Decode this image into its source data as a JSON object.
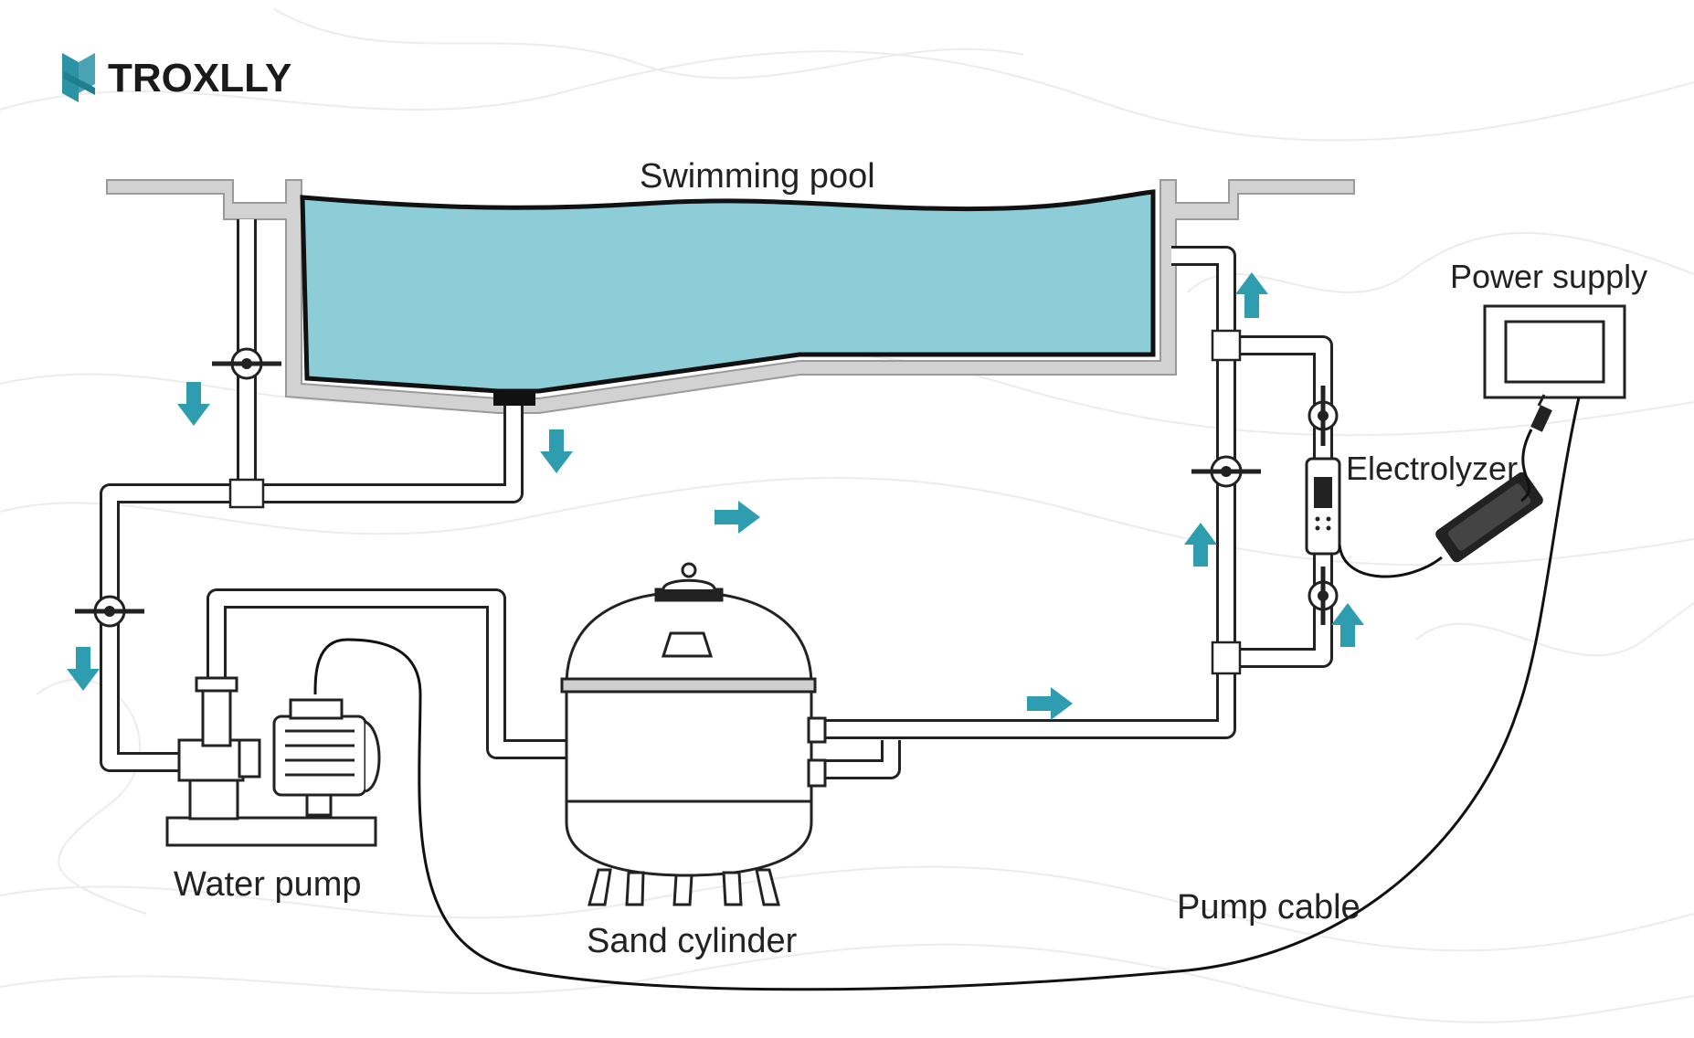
{
  "brand": {
    "name": "TROXLLY",
    "logo_icon": "troxlly-logo-icon",
    "logo_color": "#2a93a6"
  },
  "labels": {
    "pool": "Swimming pool",
    "power_supply": "Power supply",
    "electrolyzer": "Electrolyzer",
    "water_pump": "Water pump",
    "sand_cylinder": "Sand cylinder",
    "pump_cable": "Pump cable"
  },
  "colors": {
    "water": "#8ccdd7",
    "arrow": "#2f9db0",
    "pipe_outline": "#222222",
    "pool_wall": "#cfcfcf",
    "background_contours": "#ececec"
  }
}
